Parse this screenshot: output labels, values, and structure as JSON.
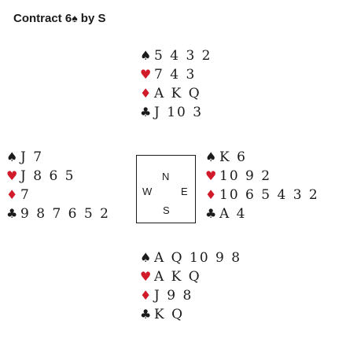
{
  "title": {
    "prefix": "Contract 6",
    "suit_symbol": "♠",
    "suffix": " by S"
  },
  "suit_symbols": {
    "spades": "♠",
    "hearts": "♥",
    "diamonds": "♦",
    "clubs": "♣"
  },
  "colors": {
    "red_suit": "#d11a2a",
    "black_suit": "#1b1b1b"
  },
  "hands": {
    "north": {
      "spades": "5 4 3 2",
      "hearts": "7 4 3",
      "diamonds": "A K Q",
      "clubs": "J 10 3"
    },
    "west": {
      "spades": "J 7",
      "hearts": "J 8 6 5",
      "diamonds": "7",
      "clubs": "9 8 7 6 5 2"
    },
    "east": {
      "spades": "K 6",
      "hearts": "10 9 2",
      "diamonds": "10 6 5 4 3 2",
      "clubs": "A 4"
    },
    "south": {
      "spades": "A Q 10 9 8",
      "hearts": "A K Q",
      "diamonds": "J 9 8",
      "clubs": "K Q"
    }
  },
  "compass": {
    "north": "N",
    "west": "W",
    "east": "E",
    "south": "S"
  }
}
